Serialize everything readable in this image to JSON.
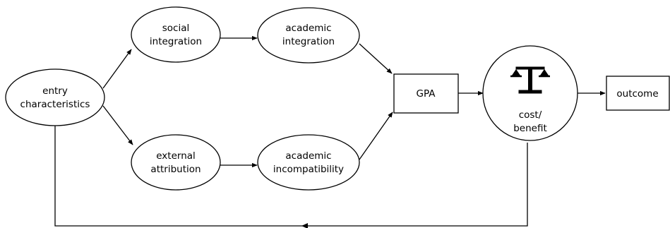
{
  "diagram": {
    "nodes": {
      "entry": {
        "line1": "entry",
        "line2": "characteristics"
      },
      "social": {
        "line1": "social",
        "line2": "integration"
      },
      "academic_integration": {
        "line1": "academic",
        "line2": "integration"
      },
      "external": {
        "line1": "external",
        "line2": "attribution"
      },
      "academic_incompat": {
        "line1": "academic",
        "line2": "incompatibility"
      },
      "gpa": {
        "label": "GPA"
      },
      "cost_benefit": {
        "line1": "cost/",
        "line2": "benefit",
        "icon": "balance-scale-icon"
      },
      "outcome": {
        "label": "outcome"
      }
    },
    "edges": [
      "entry characteristics -> social integration",
      "entry characteristics -> external attribution",
      "social integration -> academic integration",
      "external attribution -> academic incompatibility",
      "academic integration -> GPA",
      "academic incompatibility -> GPA",
      "GPA -> cost/benefit",
      "cost/benefit -> outcome",
      "cost/benefit -> entry characteristics (feedback)"
    ]
  }
}
